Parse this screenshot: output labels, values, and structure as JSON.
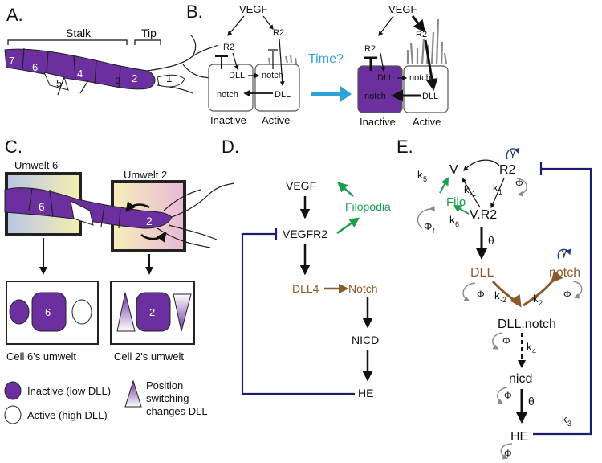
{
  "panels": {
    "A": "A.",
    "B": "B.",
    "C": "C.",
    "D": "D.",
    "E": "E."
  },
  "colors": {
    "purple": "#6b2fa0",
    "green": "#18a04a",
    "brown": "#8a5a2b",
    "navy": "#1b1d6e",
    "arrow_cyan": "#2ea3d8",
    "gray": "#8a8a8a"
  },
  "panelA": {
    "stalk": "Stalk",
    "tip": "Tip",
    "cells": [
      "7",
      "6",
      "5",
      "4",
      "3",
      "2",
      "1"
    ]
  },
  "panelB": {
    "vegf": "VEGF",
    "r2": "R2",
    "dll": "DLL",
    "notch": "notch",
    "time": "Time?",
    "inactive": "Inactive",
    "active": "Active"
  },
  "panelC": {
    "umwelt6": "Umwelt 6",
    "umwelt2": "Umwelt 2",
    "cell6": "6",
    "cell2": "2",
    "cell6_caption": "Cell 6's umwelt",
    "cell2_caption": "Cell 2's umwelt",
    "legend_inactive": "Inactive (low DLL)",
    "legend_active": "Active (high DLL)",
    "legend_position": [
      "Position",
      "switching",
      "changes DLL"
    ]
  },
  "panelD": {
    "vegf": "VEGF",
    "vegfr2": "VEGFR2",
    "filopodia": "Filopodia",
    "dll4": "DLL4",
    "notch": "Notch",
    "nicd": "NICD",
    "he": "HE"
  },
  "panelE": {
    "v": "V",
    "r2": "R2",
    "vr2": "V.R2",
    "filo": "Filo",
    "dll": "DLL",
    "notch": "notch",
    "dllnotch": "DLL.notch",
    "nicd": "nicd",
    "he": "HE",
    "k5": "k",
    "k5s": "5",
    "km1": "k",
    "km1s": "-1",
    "k1": "k",
    "k1s": "1",
    "k6": "k",
    "k6s": "6",
    "km2": "k",
    "km2s": "-2",
    "k2": "k",
    "k2s": "2",
    "k4": "k",
    "k4s": "4",
    "k3": "k",
    "k3s": "3",
    "theta": "θ",
    "phi": "Φ",
    "phif": "Φ",
    "phifs": "f",
    "gamma": "γ"
  }
}
